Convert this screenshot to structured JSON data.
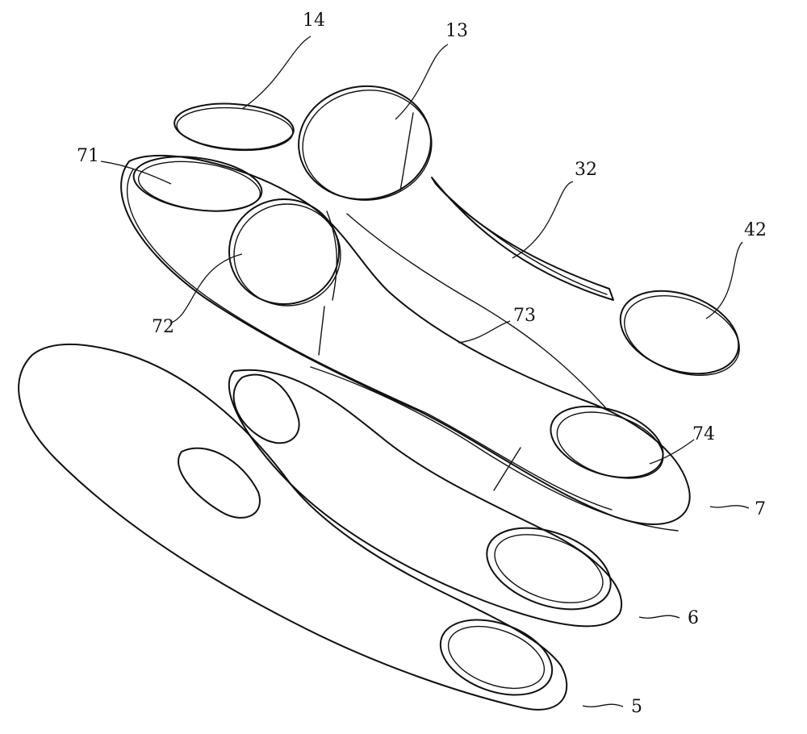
{
  "figure": {
    "labels": {
      "l14": "14",
      "l13": "13",
      "l71": "71",
      "l32": "32",
      "l42": "42",
      "l72": "72",
      "l73": "73",
      "l74": "74",
      "l7": "7",
      "l6": "6",
      "l5": "5"
    }
  }
}
